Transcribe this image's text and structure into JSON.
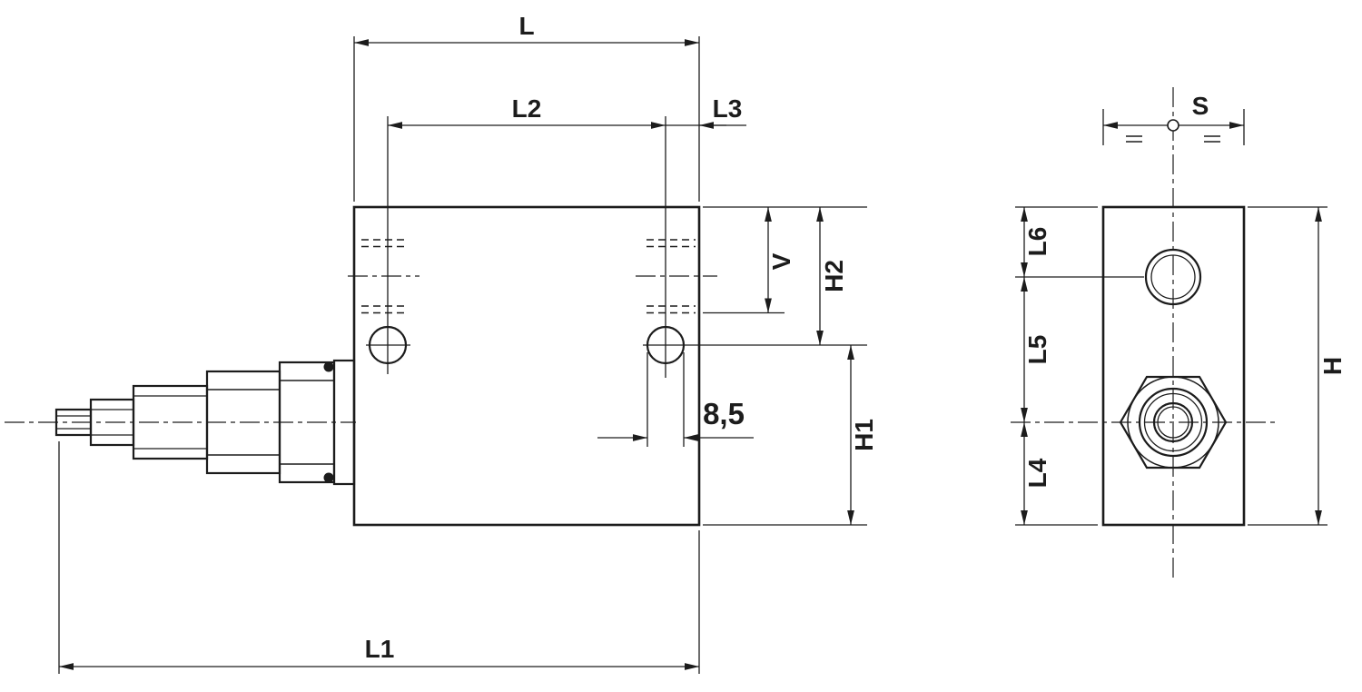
{
  "page": {
    "background": "#ffffff",
    "line_color": "#1c1c1c"
  },
  "drawing": {
    "type": "technical-dimension-drawing",
    "views": {
      "left": "side view with valve cartridge",
      "right": "end view with hex plug"
    },
    "labels": {
      "l": "L",
      "l1": "L1",
      "l2": "L2",
      "l3": "L3",
      "l4": "L4",
      "l5": "L5",
      "l6": "L6",
      "h": "H",
      "h1": "H1",
      "h2": "H2",
      "v": "V",
      "s": "S",
      "hole_diameter": "8,5"
    }
  }
}
